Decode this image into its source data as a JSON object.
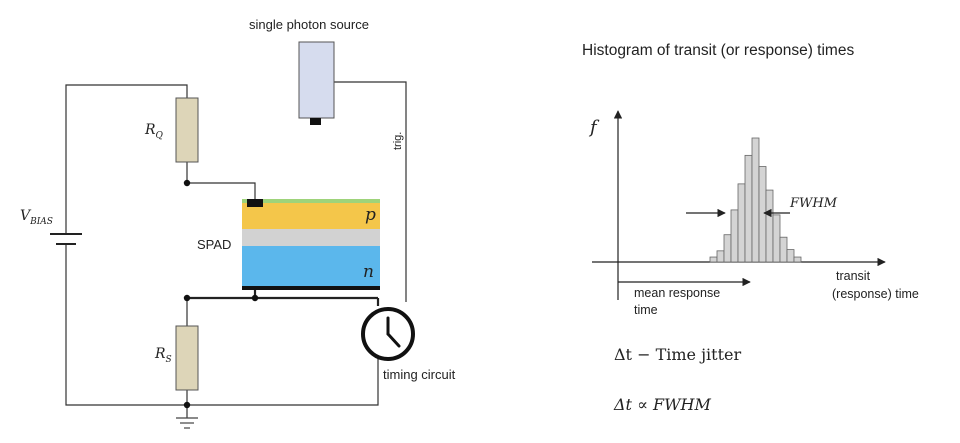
{
  "circuit": {
    "source_label": "single photon source",
    "trig_label": "trig.",
    "rq_main": "R",
    "rq_sub": "Q",
    "rs_main": "R",
    "rs_sub": "S",
    "vbias_main": "V",
    "vbias_sub": "BIAS",
    "spad_label": "SPAD",
    "p_label": "p",
    "n_label": "n",
    "timing_label": "timing circuit",
    "colors": {
      "resistor": "#ddd5b8",
      "source": "#d6dcee",
      "p_layer": "#f4c64a",
      "p_top": "#9ed37a",
      "mid_layer": "#d2d2d2",
      "n_layer": "#5bb7ec"
    }
  },
  "histogram": {
    "title": "Histogram of transit (or response) times",
    "y_label": "f",
    "x_label_line1": "transit",
    "x_label_line2": "(response) time",
    "fwhm_label": "FWHM",
    "mean_line1": "mean response",
    "mean_line2": "time",
    "bars": [
      0.04,
      0.09,
      0.22,
      0.42,
      0.63,
      0.86,
      1.0,
      0.77,
      0.58,
      0.38,
      0.2,
      0.1,
      0.04
    ],
    "bar_color": "#d4d4d4"
  },
  "equations": {
    "jitter": "Δt − Time jitter",
    "prop": "Δt ∝ FWHM"
  }
}
